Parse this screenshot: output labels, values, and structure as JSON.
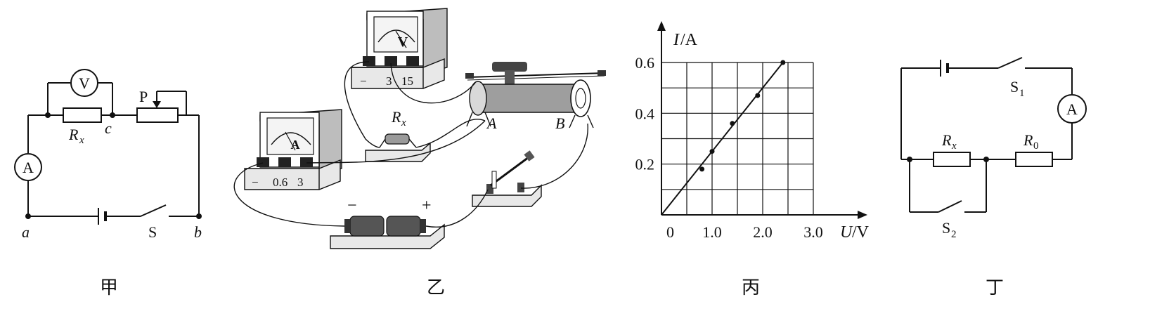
{
  "panels": {
    "jia": {
      "caption": "甲",
      "voltmeter": "V",
      "ammeter": "A",
      "resistor": "R",
      "resistor_sub": "x",
      "slider": "P",
      "node_a": "a",
      "node_b": "b",
      "node_c": "c",
      "switch": "S"
    },
    "yi": {
      "caption": "乙",
      "voltmeter_letter": "V",
      "voltmeter_terminals": [
        "−",
        "3",
        "15"
      ],
      "ammeter_letter": "A",
      "ammeter_terminals": [
        "−",
        "0.6",
        "3"
      ],
      "resistor": "R",
      "resistor_sub": "x",
      "rheostat_left": "A",
      "rheostat_right": "B",
      "battery_minus": "−",
      "battery_plus": "+"
    },
    "bing": {
      "caption": "丙",
      "y_axis_var": "I",
      "y_axis_unit": "/A",
      "x_axis_var": "U",
      "x_axis_unit": "/V",
      "origin": "0"
    },
    "ding": {
      "caption": "丁",
      "ammeter": "A",
      "s1": "S",
      "s1_sub": "1",
      "s2": "S",
      "s2_sub": "2",
      "rx": "R",
      "rx_sub": "x",
      "r0": "R",
      "r0_sub": "0"
    }
  },
  "chart_data": {
    "type": "scatter",
    "title": "",
    "xlabel": "U/V",
    "ylabel": "I/A",
    "xlim": [
      0,
      3.0
    ],
    "ylim": [
      0,
      0.6
    ],
    "x_ticks": [
      "1.0",
      "2.0",
      "3.0"
    ],
    "y_ticks": [
      "0.2",
      "0.4",
      "0.6"
    ],
    "grid": true,
    "series": [
      {
        "points": [
          {
            "x": 0.8,
            "y": 0.18
          },
          {
            "x": 1.0,
            "y": 0.25
          },
          {
            "x": 1.4,
            "y": 0.36
          },
          {
            "x": 1.9,
            "y": 0.47
          },
          {
            "x": 2.4,
            "y": 0.6
          }
        ]
      }
    ],
    "fit_line": {
      "from": [
        0,
        0
      ],
      "to": [
        2.4,
        0.6
      ]
    }
  }
}
